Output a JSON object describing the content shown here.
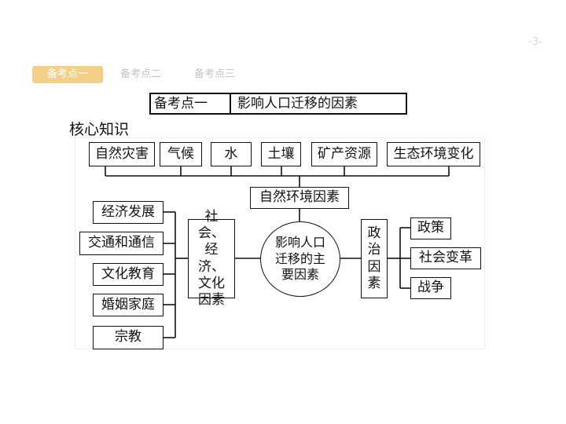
{
  "page_number": "-3-",
  "tabs": [
    {
      "label": "备考点一",
      "active": true
    },
    {
      "label": "备考点二",
      "active": false
    },
    {
      "label": "备考点三",
      "active": false
    }
  ],
  "title_table": {
    "left": "备考点一",
    "right": "影响人口迁移的因素"
  },
  "section_heading": "核心知识",
  "diagram": {
    "center": "影响人口迁移的主要因素",
    "natural_factor": "自然环境因素",
    "natural_items": [
      "自然灾害",
      "气候",
      "水",
      "土壤",
      "矿产资源",
      "生态环境变化"
    ],
    "social_factor": "社会、经济、文化因素",
    "social_items": [
      "经济发展",
      "交通和通信",
      "文化教育",
      "婚姻家庭",
      "宗教"
    ],
    "political_factor": "政治因素",
    "political_items": [
      "政策",
      "社会变革",
      "战争"
    ]
  },
  "colors": {
    "tab_active": "#f5cf88",
    "tab_inactive_text": "#c4c4c4",
    "line": "#111111"
  }
}
